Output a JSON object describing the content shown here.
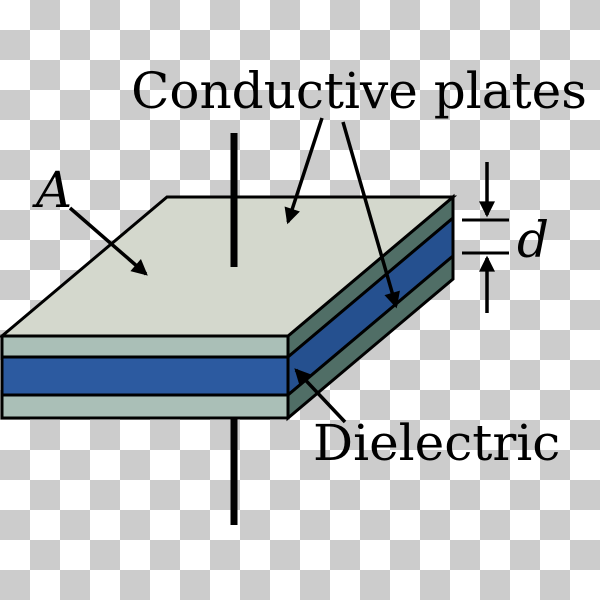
{
  "diagram": {
    "subject": "parallel-plate-capacitor",
    "labels": {
      "conductive_plates": "Conductive plates",
      "plate_area": "A",
      "plate_separation": "d",
      "dielectric": "Dielectric"
    },
    "colors": {
      "checker_white": "#ffffff",
      "checker_gray": "#cccccc",
      "top_face": "#d4d8cd",
      "plate_front_face": "#aabfb7",
      "plate_side_face": "#506e66",
      "dielectric_front_face": "#2c5aa0",
      "dielectric_side_face": "#25508f",
      "outline_ink": "#000000"
    }
  }
}
